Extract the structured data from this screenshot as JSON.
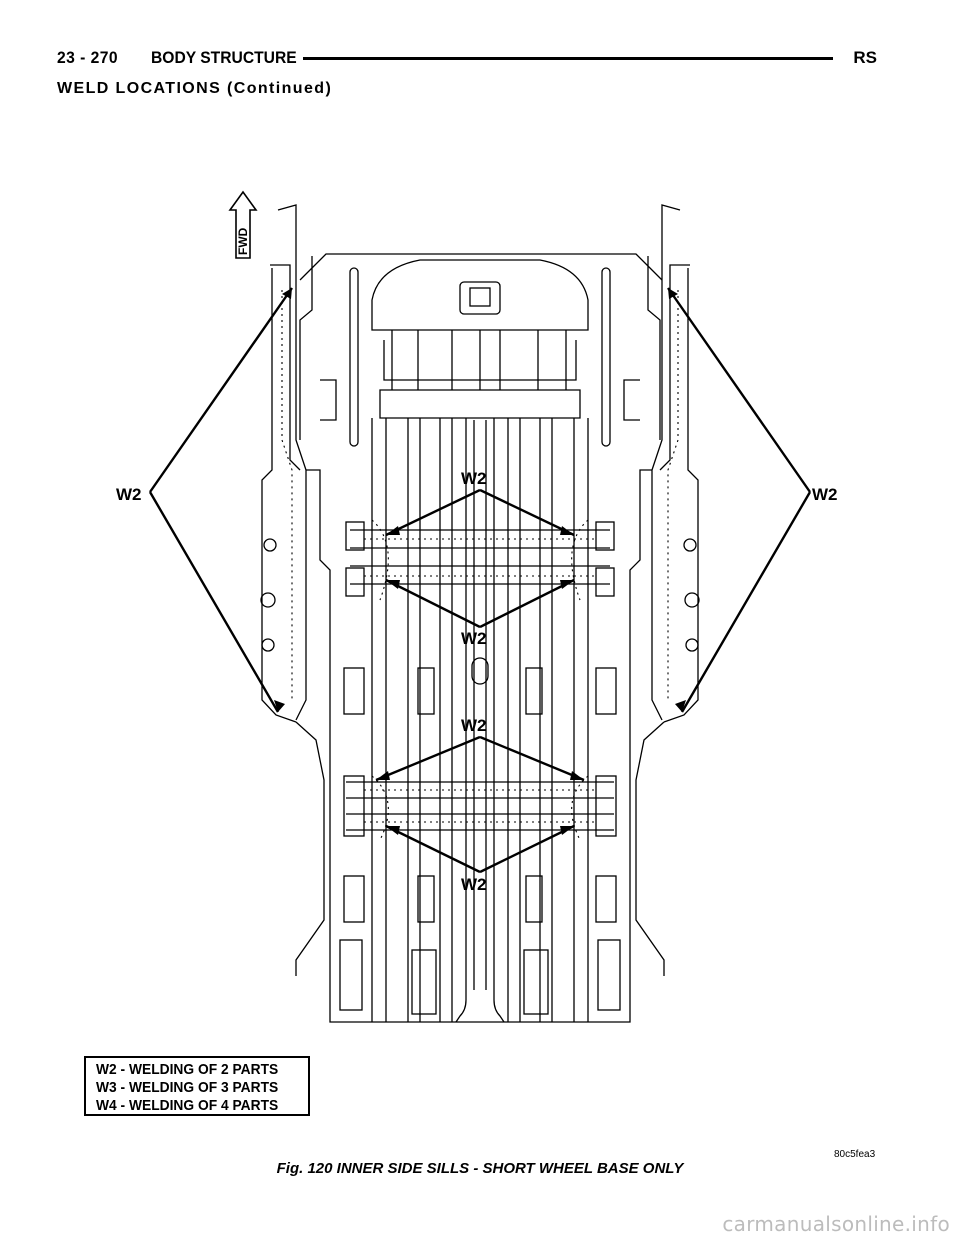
{
  "header": {
    "page_number": "23 - 270",
    "section_title": "BODY STRUCTURE",
    "model_code": "RS"
  },
  "subheading": "WELD LOCATIONS (Continued)",
  "figure": {
    "direction_label": "FWD",
    "callouts": {
      "left": "W2",
      "right": "W2",
      "upper_top": "W2",
      "upper_bottom": "W2",
      "lower_top": "W2",
      "lower_bottom": "W2"
    },
    "legend": [
      "W2 - WELDING OF 2 PARTS",
      "W3 - WELDING OF 3 PARTS",
      "W4 - WELDING OF 4 PARTS"
    ],
    "reference_code": "80c5fea3",
    "caption": "Fig. 120 INNER SIDE SILLS - SHORT WHEEL BASE ONLY"
  },
  "watermark": "carmanualsonline.info"
}
